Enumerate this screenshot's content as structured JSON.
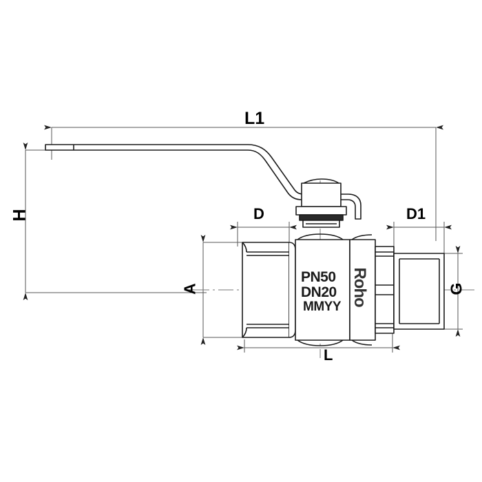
{
  "drawing": {
    "title": "Ball valve dimensional drawing",
    "line_color": "#1a1a1a",
    "dimension_line_color": "#555555",
    "centerline_color": "#777777",
    "background": "#ffffff"
  },
  "dimensions": {
    "overall_length": {
      "label": "L1",
      "name": "overall-length"
    },
    "handle_height": {
      "label": "H",
      "name": "handle-height"
    },
    "inlet_port": {
      "label": "D",
      "name": "inlet-port-diameter"
    },
    "outlet_port": {
      "label": "D1",
      "name": "outlet-port-diameter"
    },
    "across_flats": {
      "label": "A",
      "name": "across-flats"
    },
    "thread_size": {
      "label": "G",
      "name": "thread-size"
    },
    "body_length": {
      "label": "L",
      "name": "body-length"
    }
  },
  "body_markings": {
    "line1": "PN50",
    "line2": "DN20",
    "line3": "MMYY",
    "brand": "Roho"
  }
}
